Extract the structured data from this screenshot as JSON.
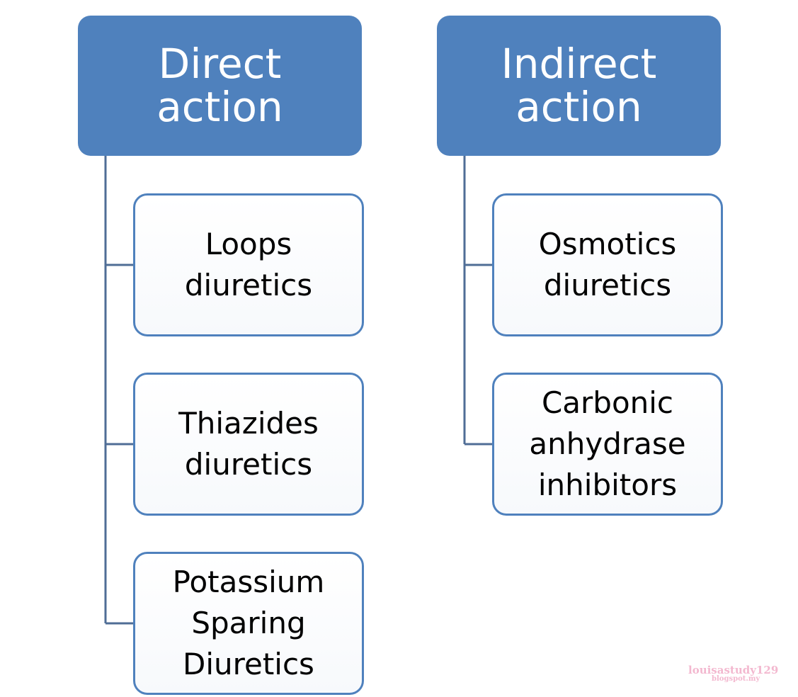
{
  "colors": {
    "header_fill": "#4f81bd",
    "header_text": "#ffffff",
    "child_border": "#4f81bd",
    "connector": "#4f6d96",
    "child_text": "#000000",
    "watermark": "#f3b8cf"
  },
  "groups": [
    {
      "header": "Direct\naction",
      "children": [
        "Loops\ndiuretics",
        "Thiazides\ndiuretics",
        "Potassium\nSparing\nDiuretics"
      ]
    },
    {
      "header": "Indirect\naction",
      "children": [
        "Osmotics\ndiuretics",
        "Carbonic\nanhydrase\ninhibitors"
      ]
    }
  ],
  "watermark": {
    "line1": "louisastudy129",
    "line2": "blogspot.my"
  }
}
